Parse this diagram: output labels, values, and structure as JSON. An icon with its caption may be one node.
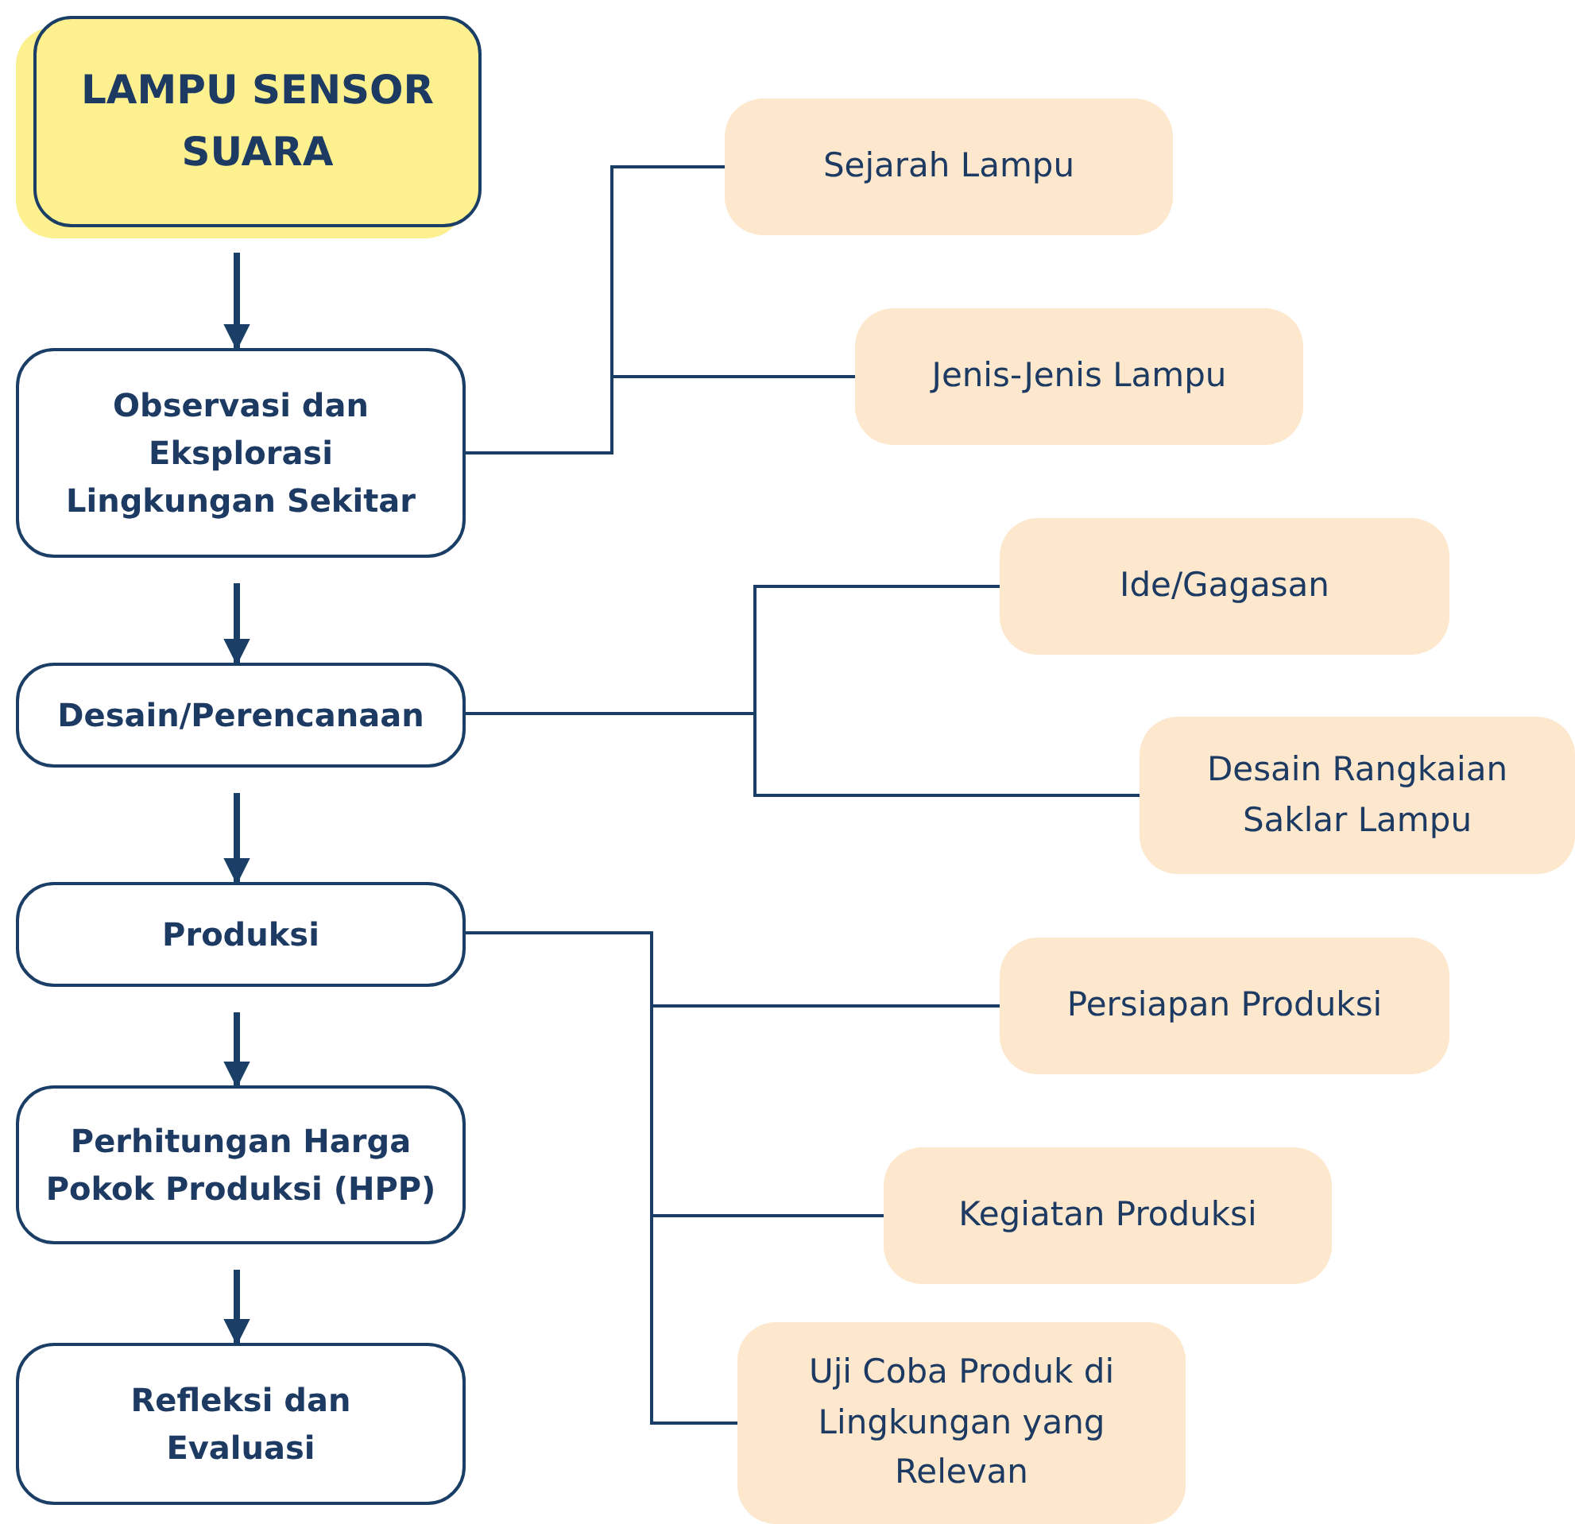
{
  "diagram": {
    "nodes": [
      {
        "text": [
          "LAMPU SENSOR SUARA"
        ]
      },
      {
        "text": [
          "Observasi dan Eksplorasi Lingkungan Sekitar"
        ]
      },
      {
        "text": [
          "Desain/Perencanaan"
        ]
      },
      {
        "text": [
          "Produksi"
        ]
      },
      {
        "text": [
          "Perhitungan Harga Pokok Produksi (HPP)"
        ]
      },
      {
        "text": [
          "Refleksi dan Evaluasi"
        ]
      },
      {
        "text": [
          "Sejarah Lampu"
        ]
      },
      {
        "text": [
          "Jenis-Jenis Lampu"
        ]
      },
      {
        "text": [
          "Ide/Gagasan"
        ]
      },
      {
        "text": [
          "Desain Rangkaian Saklar Lampu"
        ]
      },
      {
        "text": [
          "Persiapan Produksi"
        ]
      },
      {
        "text": [
          "Kegiatan Produksi"
        ]
      },
      {
        "text": [
          "Uji Coba Produk di Lingkungan yang Relevan"
        ]
      }
    ],
    "edges": [
      {
        "from": 0,
        "to": 1,
        "arrow": "to",
        "style": "thick"
      },
      {
        "from": 1,
        "to": 2,
        "arrow": "to",
        "style": "thick"
      },
      {
        "from": 2,
        "to": 3,
        "arrow": "to",
        "style": "thick"
      },
      {
        "from": 3,
        "to": 4,
        "arrow": "to",
        "style": "thick"
      },
      {
        "from": 4,
        "to": 5,
        "arrow": "to",
        "style": "thick"
      },
      {
        "from": 1,
        "to": 6,
        "arrow": "none"
      },
      {
        "from": 1,
        "to": 7,
        "arrow": "none"
      },
      {
        "from": 2,
        "to": 8,
        "arrow": "none"
      },
      {
        "from": 2,
        "to": 9,
        "arrow": "none"
      },
      {
        "from": 3,
        "to": 10,
        "arrow": "none"
      },
      {
        "from": 3,
        "to": 11,
        "arrow": "none"
      },
      {
        "from": 3,
        "to": 12,
        "arrow": "none"
      }
    ]
  }
}
